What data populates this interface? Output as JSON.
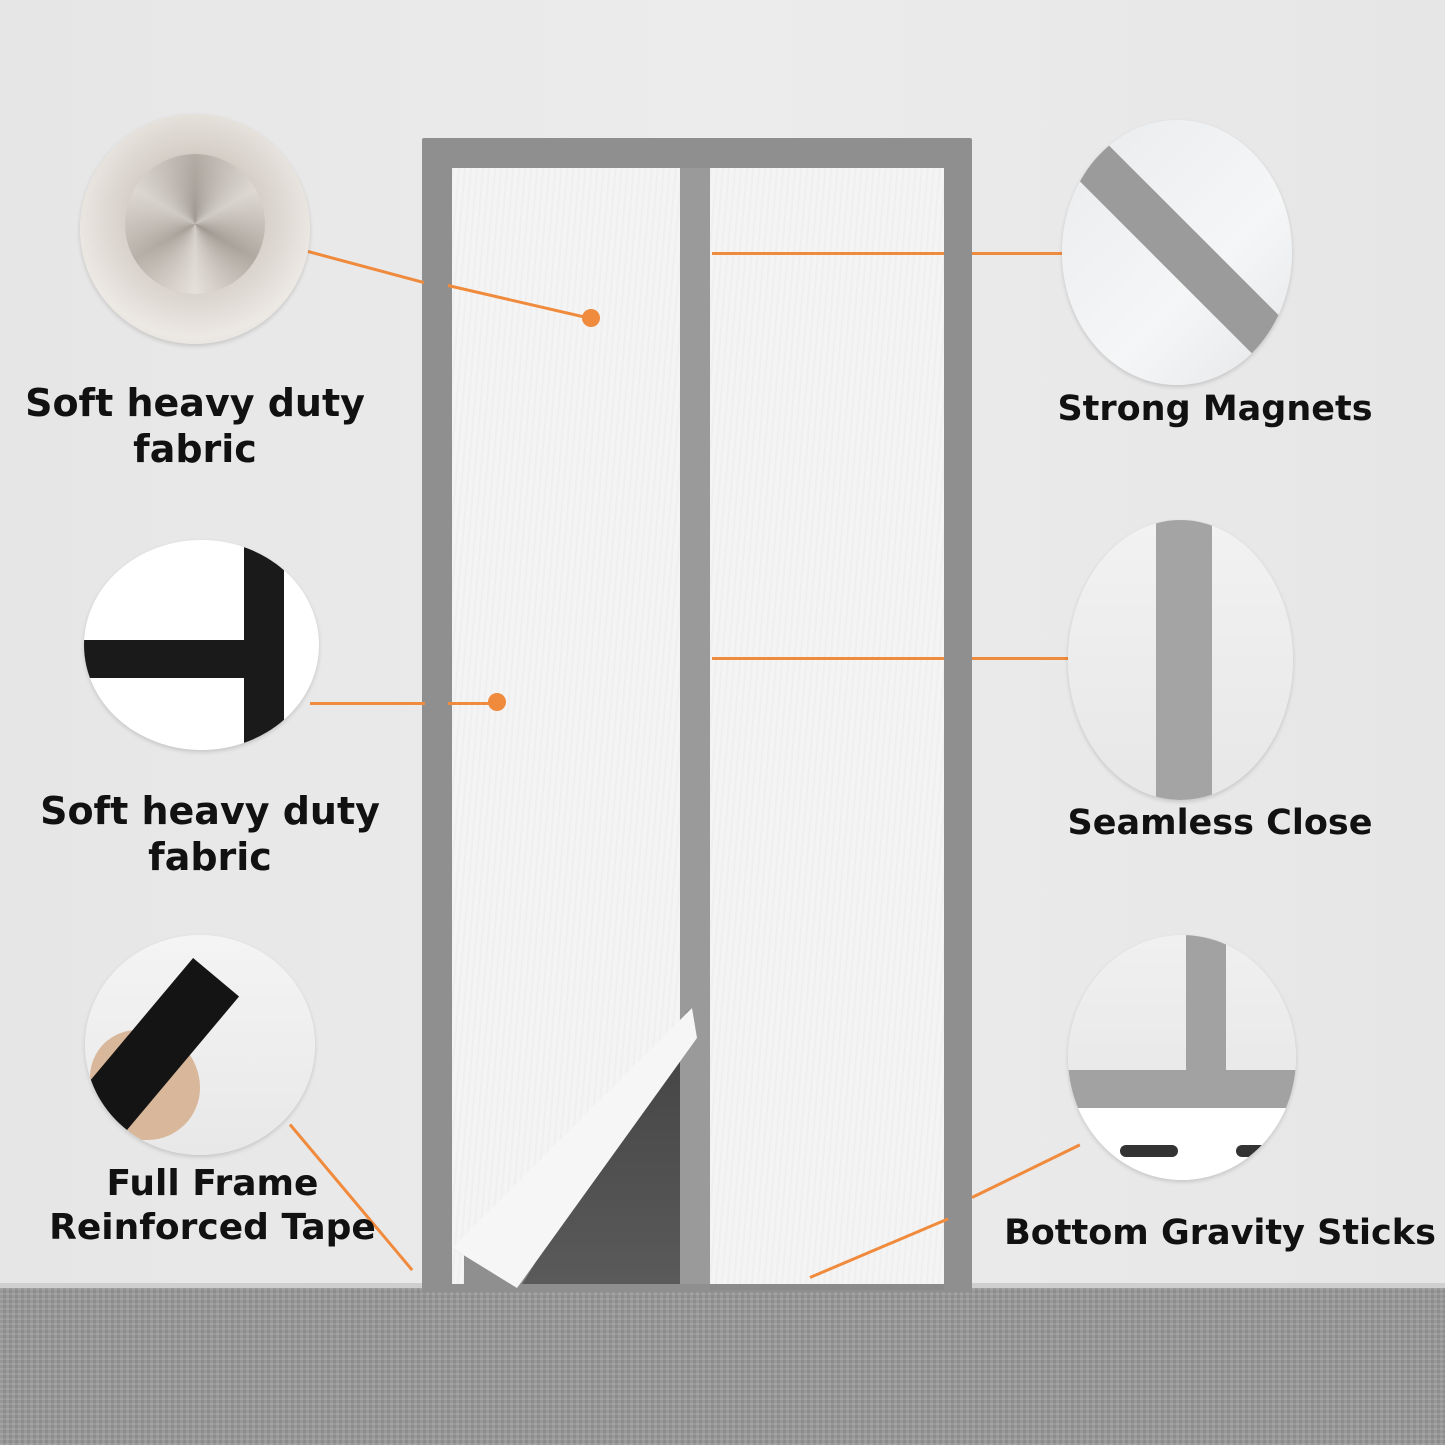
{
  "features": {
    "fabric_top": {
      "line1": "Soft heavy duty",
      "line2": "fabric"
    },
    "fabric_middle": {
      "line1": "Soft heavy duty",
      "line2": "fabric"
    },
    "frame_tape": {
      "line1": "Full Frame",
      "line2": "Reinforced Tape"
    },
    "magnets": {
      "label": "Strong Magnets"
    },
    "seamless": {
      "label": "Seamless Close"
    },
    "gravity": {
      "label": "Bottom Gravity Sticks"
    }
  },
  "colors": {
    "accent": "#f08a3c",
    "frame": "#8f8f8f",
    "wall": "#e9e9e9",
    "floor": "#9a9a9a"
  },
  "icons": [
    "fabric-swirl-icon",
    "velcro-tape-icon",
    "hand-tape-icon",
    "magnet-strip-icon",
    "seam-strip-icon",
    "gravity-stick-icon"
  ]
}
